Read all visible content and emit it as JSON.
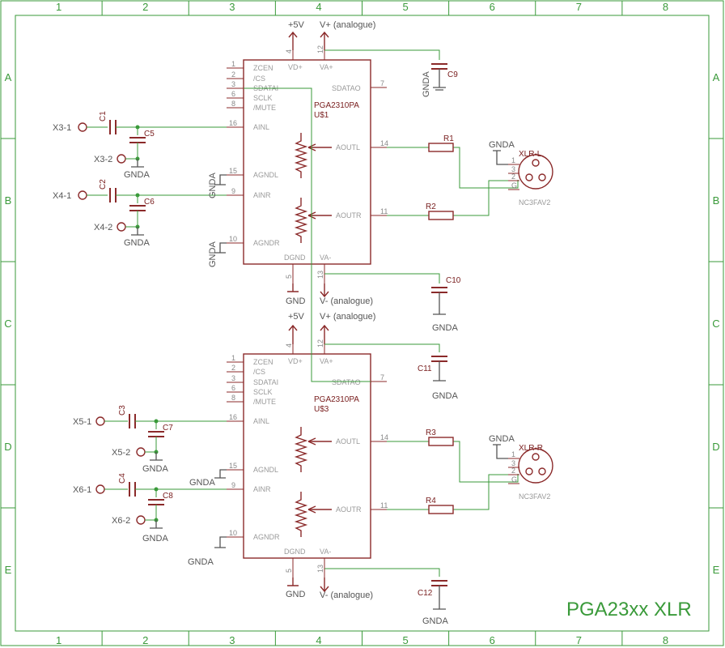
{
  "title": "PGA23xx XLR",
  "grid": {
    "columns": [
      "1",
      "2",
      "3",
      "4",
      "5",
      "6",
      "7",
      "8"
    ],
    "rows": [
      "A",
      "B",
      "C",
      "D",
      "E"
    ]
  },
  "chips": [
    {
      "name": "PGA2310PA",
      "ref": "U$1",
      "pins_left": [
        {
          "num": "1",
          "label": "ZCEN"
        },
        {
          "num": "2",
          "label": "/CS"
        },
        {
          "num": "3",
          "label": "SDATAI"
        },
        {
          "num": "6",
          "label": "SCLK"
        },
        {
          "num": "8",
          "label": "/MUTE"
        },
        {
          "num": "16",
          "label": "AINL"
        },
        {
          "num": "15",
          "label": "AGNDL"
        },
        {
          "num": "9",
          "label": "AINR"
        },
        {
          "num": "10",
          "label": "AGNDR"
        }
      ],
      "top": [
        {
          "num": "4",
          "label": "VD+"
        },
        {
          "num": "12",
          "label": "VA+"
        }
      ],
      "bottom": [
        {
          "num": "5",
          "label": "DGND"
        },
        {
          "num": "13",
          "label": "VA-"
        }
      ],
      "right": [
        {
          "num": "7",
          "label": "SDATAO"
        },
        {
          "num": "14",
          "label": "AOUTL"
        },
        {
          "num": "11",
          "label": "AOUTR"
        }
      ]
    },
    {
      "name": "PGA2310PA",
      "ref": "U$3",
      "pins_left": [
        {
          "num": "1",
          "label": "ZCEN"
        },
        {
          "num": "2",
          "label": "/CS"
        },
        {
          "num": "3",
          "label": "SDATAI"
        },
        {
          "num": "6",
          "label": "SCLK"
        },
        {
          "num": "8",
          "label": "/MUTE"
        },
        {
          "num": "16",
          "label": "AINL"
        },
        {
          "num": "15",
          "label": "AGNDL"
        },
        {
          "num": "9",
          "label": "AINR"
        },
        {
          "num": "10",
          "label": "AGNDR"
        }
      ],
      "top": [
        {
          "num": "4",
          "label": "VD+"
        },
        {
          "num": "12",
          "label": "VA+"
        }
      ],
      "bottom": [
        {
          "num": "5",
          "label": "DGND"
        },
        {
          "num": "13",
          "label": "VA-"
        }
      ],
      "right": [
        {
          "num": "7",
          "label": "SDATAO"
        },
        {
          "num": "14",
          "label": "AOUTL"
        },
        {
          "num": "11",
          "label": "AOUTR"
        }
      ]
    }
  ],
  "supplies": {
    "vd": "+5V",
    "va_pos": "V+ (analogue)",
    "va_neg": "V- (analogue)",
    "gnd": "GND",
    "gnda": "GNDA"
  },
  "inputs": [
    {
      "cap": "C1",
      "filter": "C5",
      "sig": "X3-1",
      "ret": "X3-2"
    },
    {
      "cap": "C2",
      "filter": "C6",
      "sig": "X4-1",
      "ret": "X4-2"
    },
    {
      "cap": "C3",
      "filter": "C7",
      "sig": "X5-1",
      "ret": "X5-2"
    },
    {
      "cap": "C4",
      "filter": "C8",
      "sig": "X6-1",
      "ret": "X6-2"
    }
  ],
  "decoupling": [
    "C9",
    "C10",
    "C11",
    "C12"
  ],
  "resistors": [
    "R1",
    "R2",
    "R3",
    "R4"
  ],
  "connectors": [
    {
      "name": "XLR-L",
      "type": "NC3FAV2",
      "pins": [
        "1",
        "3",
        "2",
        "G"
      ]
    },
    {
      "name": "XLR-R",
      "type": "NC3FAV2",
      "pins": [
        "1",
        "3",
        "2",
        "G"
      ]
    }
  ]
}
